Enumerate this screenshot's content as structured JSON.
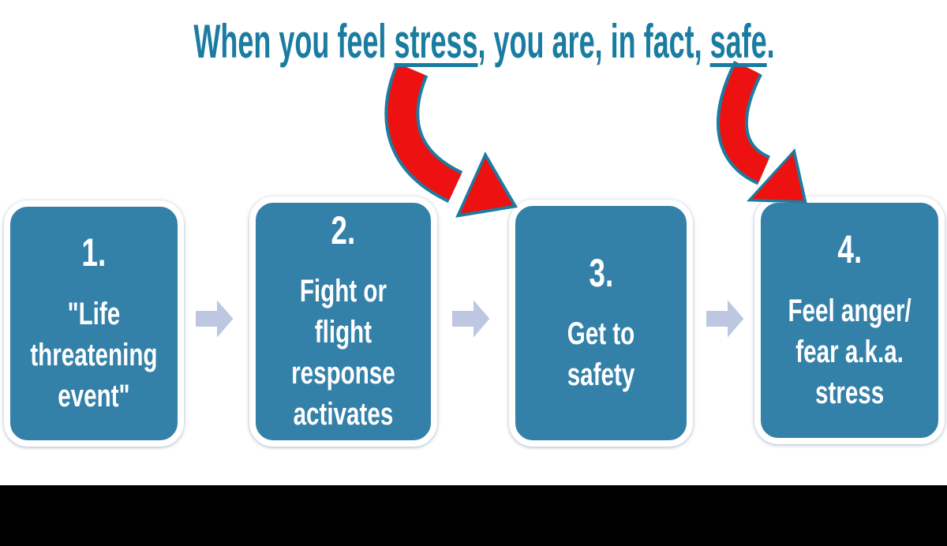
{
  "title": {
    "part1": "When you feel ",
    "underlined1": "stress",
    "part2": ", you are, in fact, ",
    "underlined2": "safe",
    "part3": "."
  },
  "steps": [
    {
      "number": "1.",
      "body": "\"Life\nthreatening\nevent\""
    },
    {
      "number": "2.",
      "body": "Fight or\nflight\nresponse\nactivates"
    },
    {
      "number": "3.",
      "body": "Get to safety"
    },
    {
      "number": "4.",
      "body": "Feel anger/\nfear a.k.a.\nstress"
    }
  ],
  "colors": {
    "box_fill": "#3380a8",
    "box_text": "#ffffff",
    "title_text": "#1b7ca1",
    "red_arrow_fill": "#ee1111",
    "red_arrow_outline": "#1b7ca1",
    "flow_arrow_fill": "#bec7e1",
    "flow_arrow_outline": "#ffffff",
    "bottom_bar": "#000000"
  }
}
